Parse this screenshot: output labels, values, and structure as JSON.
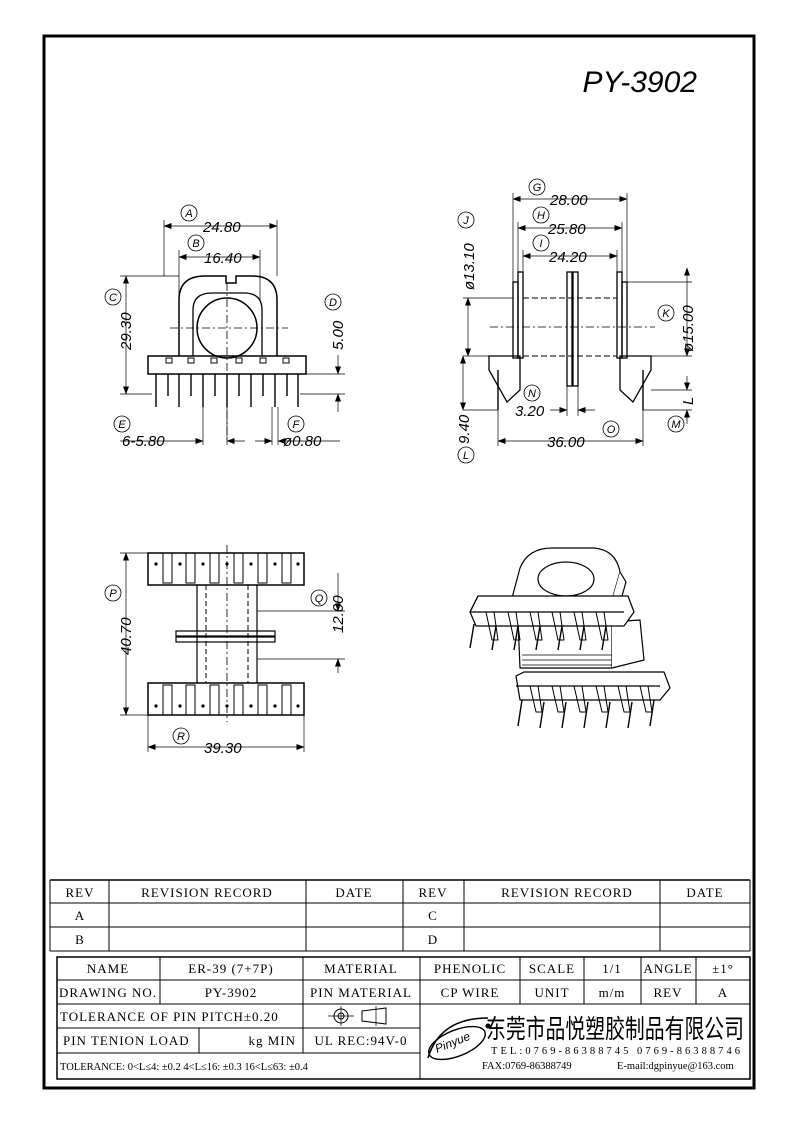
{
  "part_number": "PY-3902",
  "views": {
    "front": {
      "dims": {
        "a_width": "24.80",
        "b_width": "16.40",
        "c_height": "29.30",
        "d_height": "5.00",
        "e_pitch": "6-5.80",
        "f_pin_dia": "ø0.80"
      }
    },
    "side": {
      "dims": {
        "g_width": "28.00",
        "h_width": "25.80",
        "i_width": "24.20",
        "j_dia": "ø13.10",
        "k_dia": "ø15.00",
        "n_flange": "3.20",
        "o_length": "36.00",
        "l_height": "9.40",
        "m_label": "L"
      }
    },
    "top": {
      "dims": {
        "p_height": "40.70",
        "q_height": "12.00",
        "r_width": "39.30"
      }
    },
    "callouts": [
      "A",
      "B",
      "C",
      "D",
      "E",
      "F",
      "G",
      "H",
      "I",
      "J",
      "K",
      "L",
      "M",
      "N",
      "O",
      "P",
      "Q",
      "R"
    ]
  },
  "revision_table": {
    "headers": [
      "REV",
      "REVISION RECORD",
      "DATE",
      "REV",
      "REVISION RECORD",
      "DATE"
    ],
    "rows": [
      [
        "A",
        "",
        "",
        "C",
        "",
        ""
      ],
      [
        "B",
        "",
        "",
        "D",
        "",
        ""
      ]
    ]
  },
  "title_block": {
    "name_label": "NAME",
    "name_value": "ER-39 (7+7P)",
    "material_label": "MATERIAL",
    "material_value": "PHENOLIC",
    "scale_label": "SCALE",
    "scale_value": "1/1",
    "angle_label": "ANGLE",
    "angle_value": "±1°",
    "drawing_no_label": "DRAWING NO.",
    "drawing_no_value": "PY-3902",
    "pin_material_label": "PIN MATERIAL",
    "pin_material_value": "CP WIRE",
    "unit_label": "UNIT",
    "unit_value": "m/m",
    "rev_label": "REV",
    "rev_value": "A",
    "tolerance_pitch": "TOLERANCE OF PIN PITCH±0.20",
    "pin_tension": "PIN TENION LOAD",
    "pin_tension_unit": "kg MIN",
    "ul_rec": "UL REC:94V-0",
    "tolerance_general": "TOLERANCE: 0<L≤4: ±0.2   4<L≤16: ±0.3   16<L≤63: ±0.4"
  },
  "company": {
    "logo_text": "Pinyue",
    "name_cn": "东莞市品悦塑胶制品有限公司",
    "tel": "TEL:0769-86388745   0769-86388746",
    "fax": "FAX:0769-86388749",
    "email": "E-mail:dgpinyue@163.com"
  }
}
